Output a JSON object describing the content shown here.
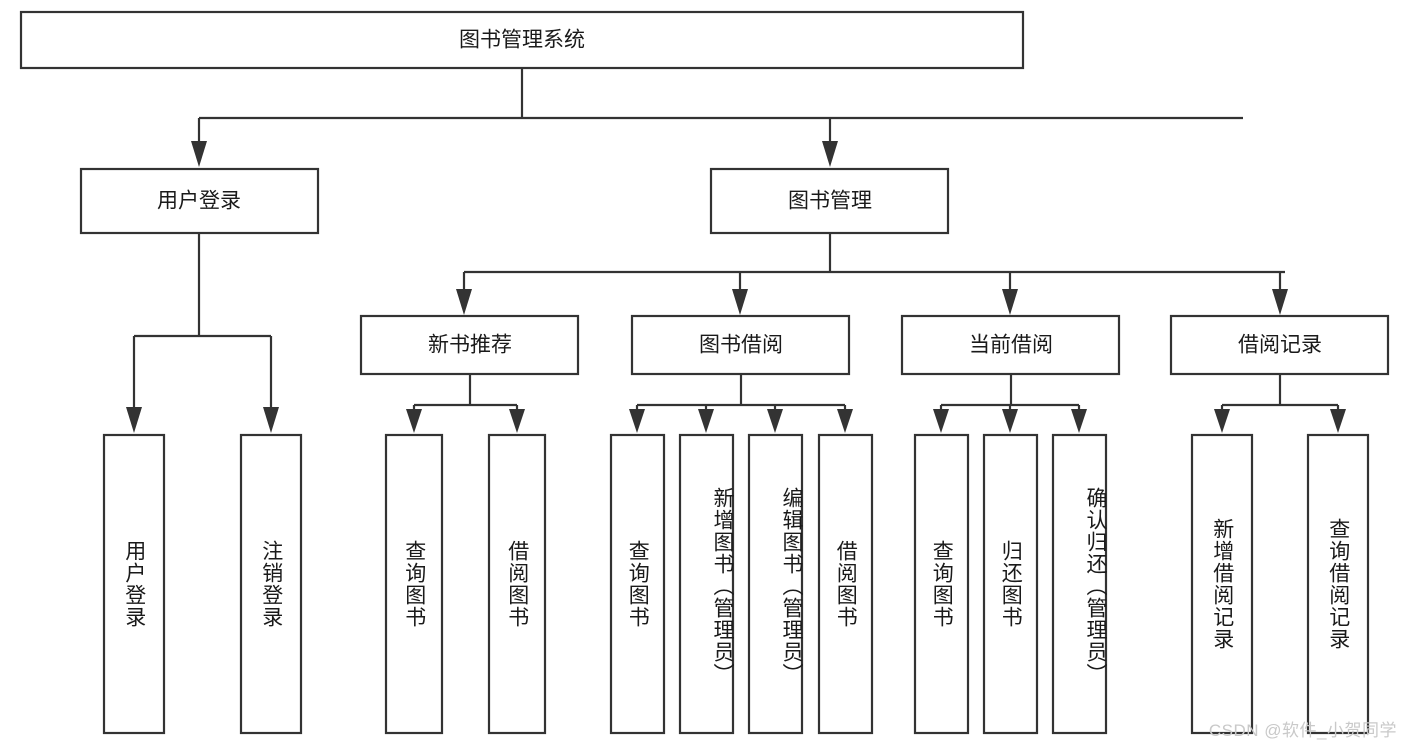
{
  "diagram": {
    "title": "图书管理系统",
    "type": "tree",
    "orientation": "top-down",
    "colors": {
      "box_fill": "#ffffff",
      "box_stroke": "#333333",
      "text": "#1a1a1a",
      "watermark": "#c9c9c9",
      "background": "#ffffff"
    },
    "root": {
      "label": "图书管理系统"
    },
    "level2": [
      {
        "label": "用户登录"
      },
      {
        "label": "图书管理"
      }
    ],
    "level3": [
      {
        "label": "新书推荐"
      },
      {
        "label": "图书借阅"
      },
      {
        "label": "当前借阅"
      },
      {
        "label": "借阅记录"
      }
    ],
    "leaves": {
      "user_login": [
        {
          "label": "用户登录"
        },
        {
          "label": "注销登录"
        }
      ],
      "new_book_recommend": [
        {
          "label": "查询图书"
        },
        {
          "label": "借阅图书"
        }
      ],
      "book_borrow": [
        {
          "label": "查询图书"
        },
        {
          "label": "新增图书（管理员）"
        },
        {
          "label": "编辑图书（管理员）"
        },
        {
          "label": "借阅图书"
        }
      ],
      "current_borrow": [
        {
          "label": "查询图书"
        },
        {
          "label": "归还图书"
        },
        {
          "label": "确认归还（管理员）"
        }
      ],
      "borrow_record": [
        {
          "label": "新增借阅记录"
        },
        {
          "label": "查询借阅记录"
        }
      ]
    }
  },
  "watermark": {
    "text": "CSDN @软件_小贺同学"
  }
}
